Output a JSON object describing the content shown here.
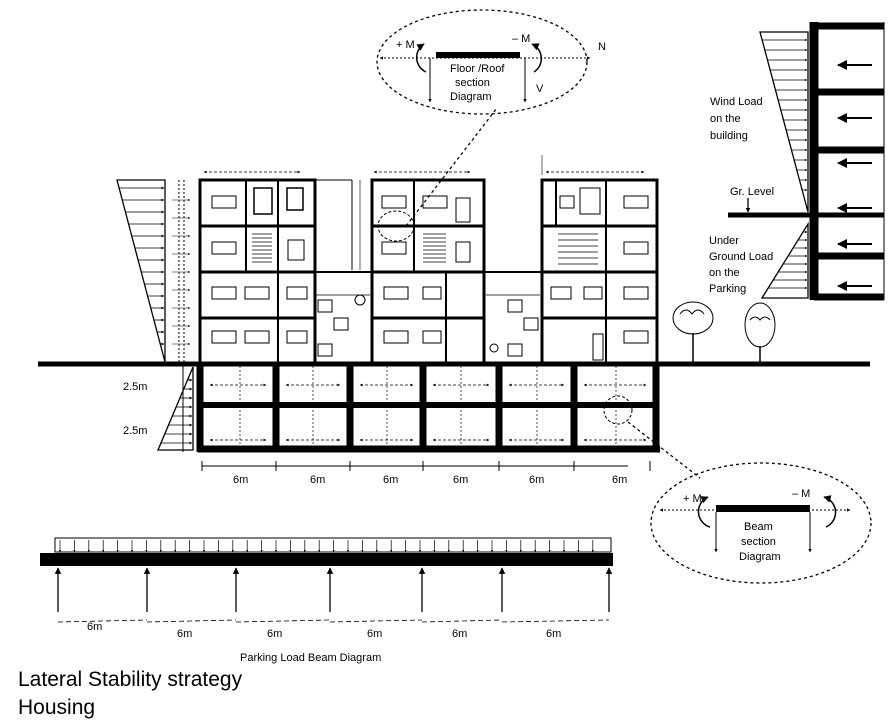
{
  "title": {
    "line1": "Lateral Stability strategy",
    "line2": "Housing"
  },
  "floor_roof_callout": {
    "label_lines": [
      "Floor /Roof",
      "section",
      "Diagram"
    ],
    "plus_moment": "+ M",
    "minus_moment": "– M",
    "axial": "N",
    "shear": "V"
  },
  "beam_callout": {
    "label_lines": [
      "Beam",
      "section",
      "Diagram"
    ],
    "plus_moment": "+ M",
    "minus_moment": "– M"
  },
  "wind_diagram": {
    "wind_label_lines": [
      "Wind Load",
      "on the",
      "building"
    ],
    "ground_label": "Gr. Level",
    "underground_label_lines": [
      "Under",
      "Ground Load",
      "on the",
      "Parking"
    ]
  },
  "section_dimensions": {
    "basement_level_heights": [
      "2.5m",
      "2.5m"
    ],
    "bay_spans": [
      "6m",
      "6m",
      "6m",
      "6m",
      "6m",
      "6m"
    ]
  },
  "parking_beam": {
    "caption": "Parking Load Beam Diagram",
    "spans": [
      "6m",
      "6m",
      "6m",
      "6m",
      "6m",
      "6m"
    ]
  },
  "colors": {
    "ink": "#000000",
    "background": "#ffffff",
    "light_line": "#666666"
  }
}
